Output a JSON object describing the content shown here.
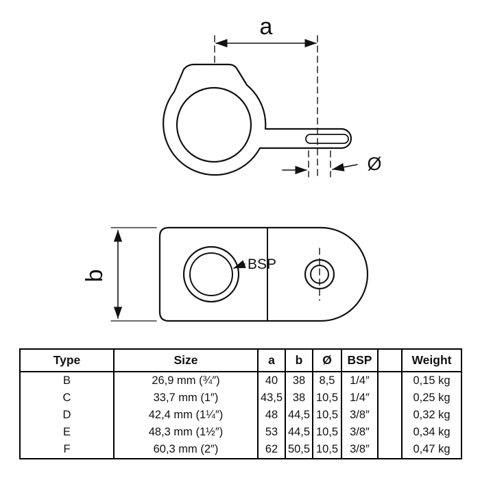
{
  "drawing": {
    "dim_a_label": "a",
    "dim_b_label": "b",
    "diameter_label": "Ø",
    "bsp_label": "BSP"
  },
  "table": {
    "headers": [
      "Type",
      "Size",
      "a",
      "b",
      "Ø",
      "BSP",
      "",
      "Weight"
    ],
    "rows": [
      [
        "B",
        "26,9 mm (¾″)",
        "40",
        "38",
        "8,5",
        "1/4″",
        "",
        "0,15 kg"
      ],
      [
        "C",
        "33,7 mm (1″)",
        "43,5",
        "38",
        "10,5",
        "1/4″",
        "",
        "0,25 kg"
      ],
      [
        "D",
        "42,4 mm (1¼″)",
        "48",
        "44,5",
        "10,5",
        "3/8″",
        "",
        "0,32 kg"
      ],
      [
        "E",
        "48,3 mm (1½″)",
        "53",
        "44,5",
        "10,5",
        "3/8″",
        "",
        "0,34 kg"
      ],
      [
        "F",
        "60,3 mm (2″)",
        "62",
        "50,5",
        "10,5",
        "3/8″",
        "",
        "0,47 kg"
      ]
    ]
  }
}
